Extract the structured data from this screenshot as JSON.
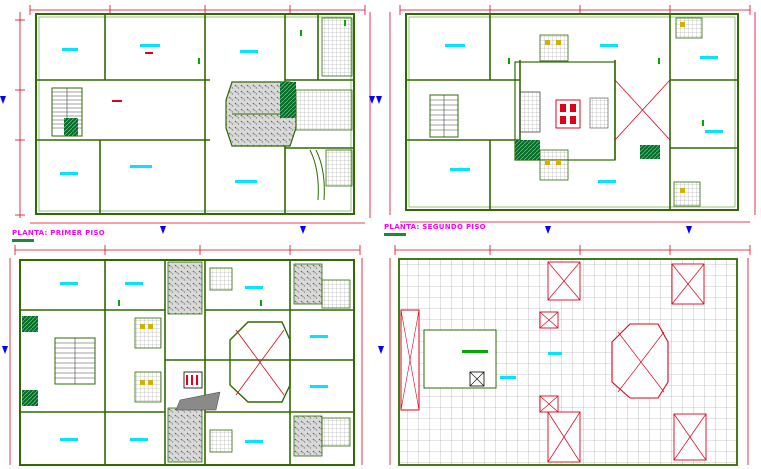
{
  "labels": {
    "first_floor": "PLANTA: PRIMER PISO",
    "second_floor": "PLANTA: SEGUNDO PISO"
  },
  "colors": {
    "wall": "#2f6b00",
    "wall_light": "#6aa84f",
    "dimension": "#e0001b",
    "axis": "#0000ff",
    "room_label": "#00e5ff",
    "title": "#ff00ff",
    "title_bar": "#1a8a3a",
    "tile": "#9a9a9a",
    "stair": "#444444",
    "furniture": "#0000cc",
    "paving": "#c8c8c8",
    "hatch": "#000000",
    "accent_green": "#00aa00",
    "accent_yellow": "#d4b000"
  },
  "icons": {
    "axis_marker": "triangle-marker",
    "level_marker": "circle-with-cross"
  }
}
